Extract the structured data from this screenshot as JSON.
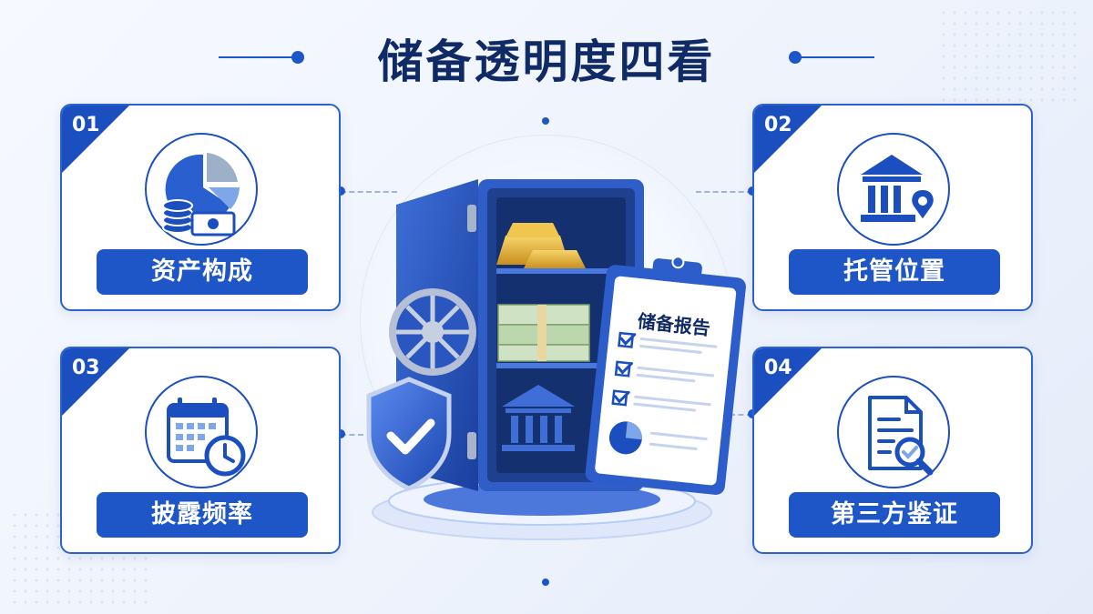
{
  "title": "储备透明度四看",
  "cards": [
    {
      "num": "01",
      "label": "资产构成",
      "icon": "pie-coins-cash-icon"
    },
    {
      "num": "02",
      "label": "托管位置",
      "icon": "bank-location-icon"
    },
    {
      "num": "03",
      "label": "披露频率",
      "icon": "calendar-clock-icon"
    },
    {
      "num": "04",
      "label": "第三方鉴证",
      "icon": "document-magnifier-icon"
    }
  ],
  "center": {
    "report_title": "储备报告",
    "icon": "vault-safe-icon"
  },
  "colors": {
    "primary": "#1e56c8",
    "dark_title": "#102a66",
    "corner": "#1b4fc0",
    "gold": "#e8b23a",
    "cash_green": "#cfe3c4"
  }
}
